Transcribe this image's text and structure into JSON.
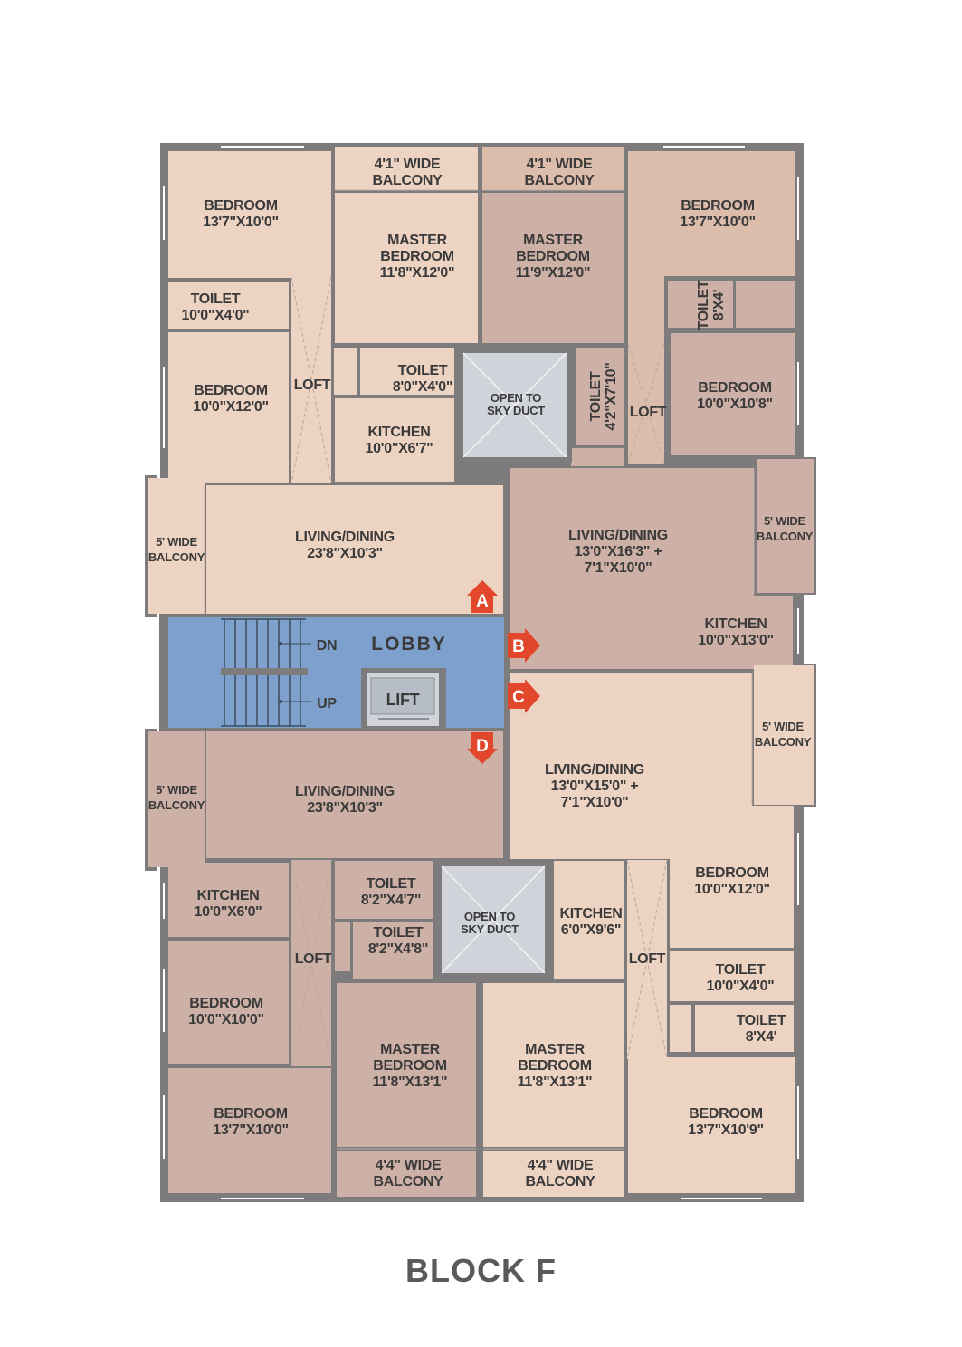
{
  "block_title": "BLOCK F",
  "colors": {
    "wall": "#7d7b7c",
    "room_light": "#edd3c2",
    "room_mid": "#dcbcab",
    "room_dark": "#cdb0a6",
    "lobby": "#7da0cc",
    "duct": "#d0d4da",
    "marker": "#e2472b"
  },
  "rooms": {
    "tl_balcony": [
      "4'1\" WIDE",
      "BALCONY"
    ],
    "tr_balcony": [
      "4'1\" WIDE",
      "BALCONY"
    ],
    "tl_bedroom": [
      "BEDROOM",
      "13'7\"X10'0\""
    ],
    "tl_master": [
      "MASTER",
      "BEDROOM",
      "11'8\"X12'0\""
    ],
    "tr_master": [
      "MASTER",
      "BEDROOM",
      "11'9\"X12'0\""
    ],
    "tr_bedroom": [
      "BEDROOM",
      "13'7\"X10'0\""
    ],
    "tl_toilet": [
      "TOILET",
      "10'0\"X4'0\""
    ],
    "tr_toilet_small": [
      "TOILET",
      "8'X4'"
    ],
    "tl_bedroom2": [
      "BEDROOM",
      "10'0\"X12'0\""
    ],
    "tl_loft": [
      "LOFT"
    ],
    "tl_toilet2": [
      "TOILET",
      "8'0\"X4'0\""
    ],
    "top_duct": [
      "OPEN TO",
      "SKY DUCT"
    ],
    "tr_toilet2": [
      "TOILET",
      "4'2\"X7'10\""
    ],
    "tr_loft": [
      "LOFT"
    ],
    "tr_bedroom2": [
      "BEDROOM",
      "10'0\"X10'8\""
    ],
    "tl_kitchen": [
      "KITCHEN",
      "10'0\"X6'7\""
    ],
    "ml_balcony_top": [
      "5' WIDE",
      "BALCONY"
    ],
    "ml_living_top": [
      "LIVING/DINING",
      "23'8\"X10'3\""
    ],
    "mr_living_top": [
      "LIVING/DINING",
      "13'0\"X16'3\" +",
      "7'1\"X10'0\""
    ],
    "mr_balcony_top": [
      "5' WIDE",
      "BALCONY"
    ],
    "mr_kitchen": [
      "KITCHEN",
      "10'0\"X13'0\""
    ],
    "mr_living_bottom": [
      "LIVING/DINING",
      "13'0\"X15'0\" +",
      "7'1\"X10'0\""
    ],
    "mr_balcony_bottom": [
      "5' WIDE",
      "BALCONY"
    ],
    "ml_balcony_bottom": [
      "5' WIDE",
      "BALCONY"
    ],
    "ml_living_bottom": [
      "LIVING/DINING",
      "23'8\"X10'3\""
    ],
    "bl_kitchen": [
      "KITCHEN",
      "10'0\"X6'0\""
    ],
    "bl_loft": [
      "LOFT"
    ],
    "bl_toilet1": [
      "TOILET",
      "8'2\"X4'7\""
    ],
    "bl_toilet2": [
      "TOILET",
      "8'2\"X4'8\""
    ],
    "bottom_duct": [
      "OPEN TO",
      "SKY DUCT"
    ],
    "br_kitchen": [
      "KITCHEN",
      "6'0\"X9'6\""
    ],
    "br_loft": [
      "LOFT"
    ],
    "br_bedroom1": [
      "BEDROOM",
      "10'0\"X12'0\""
    ],
    "br_toilet1": [
      "TOILET",
      "10'0\"X4'0\""
    ],
    "br_toilet2": [
      "TOILET",
      "8'X4'"
    ],
    "bl_bedroom1": [
      "BEDROOM",
      "10'0\"X10'0\""
    ],
    "bl_master": [
      "MASTER",
      "BEDROOM",
      "11'8\"X13'1\""
    ],
    "br_master": [
      "MASTER",
      "BEDROOM",
      "11'8\"X13'1\""
    ],
    "bl_bedroom2": [
      "BEDROOM",
      "13'7\"X10'0\""
    ],
    "br_bedroom2": [
      "BEDROOM",
      "13'7\"X10'9\""
    ],
    "bl_balcony": [
      "4'4\" WIDE",
      "BALCONY"
    ],
    "br_balcony": [
      "4'4\" WIDE",
      "BALCONY"
    ]
  },
  "lobby": {
    "label": "LOBBY",
    "stair_down": "DN",
    "stair_up": "UP",
    "lift": "LIFT"
  },
  "markers": [
    "A",
    "B",
    "C",
    "D"
  ]
}
